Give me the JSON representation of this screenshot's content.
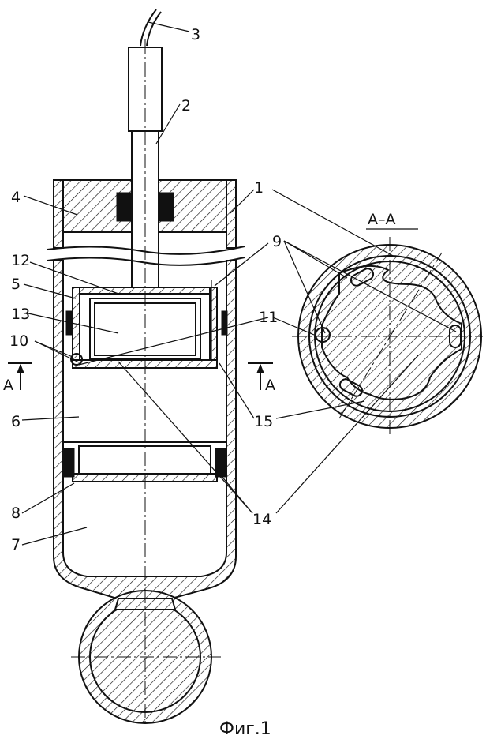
{
  "figure": {
    "caption": "Фиг.1",
    "section_label": "A–A",
    "section_mark_left": "A",
    "section_mark_right": "A"
  },
  "labels": {
    "l1": "1",
    "l2": "2",
    "l3": "3",
    "l4": "4",
    "l5": "5",
    "l6": "6",
    "l7": "7",
    "l8": "8",
    "l9": "9",
    "l10": "10",
    "l11": "11",
    "l12": "12",
    "l13": "13",
    "l14": "14",
    "l15": "15"
  }
}
